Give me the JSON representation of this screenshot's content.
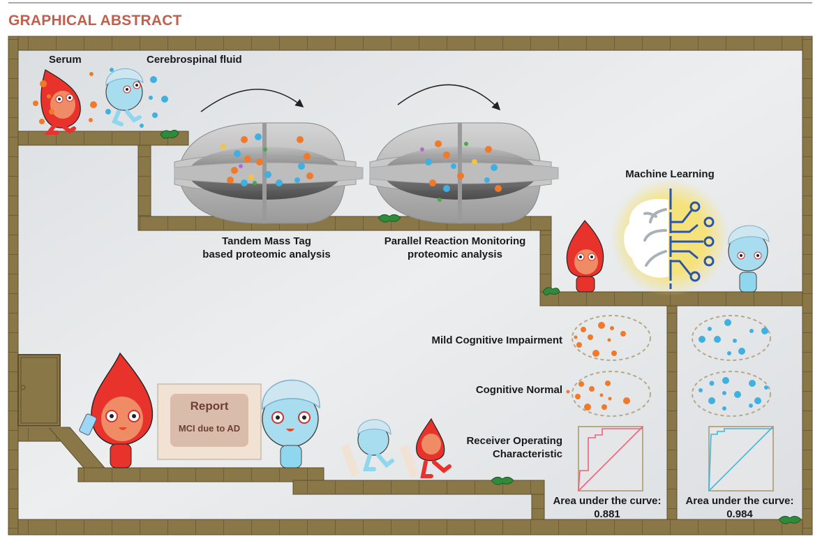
{
  "header": {
    "title": "GRAPHICAL ABSTRACT"
  },
  "samples": {
    "serum_label": "Serum",
    "csf_label": "Cerebrospinal fluid"
  },
  "methods": {
    "tmt_line1": "Tandem Mass Tag",
    "tmt_line2": "based proteomic analysis",
    "prm_line1": "Parallel Reaction Monitoring",
    "prm_line2": "proteomic analysis"
  },
  "ml": {
    "label": "Machine Learning"
  },
  "groups": {
    "mci_label": "Mild Cognitive Impairment",
    "cn_label": "Cognitive Normal",
    "roc_line1": "Receiver Operating",
    "roc_line2": "Characteristic"
  },
  "report": {
    "title": "Report",
    "subtitle": "MCI due to AD"
  },
  "results": {
    "serum": {
      "auc_label": "Area under the curve:",
      "auc_value": "0.881",
      "curve_color": "#f0607a"
    },
    "csf": {
      "auc_label": "Area under the curve:",
      "auc_value": "0.984",
      "curve_color": "#3fb6e0"
    }
  },
  "colors": {
    "brick": "#8a7748",
    "brick_line": "#5c4e2c",
    "serum": "#e8322c",
    "csf": "#8fd6ef",
    "title": "#c0604e"
  }
}
